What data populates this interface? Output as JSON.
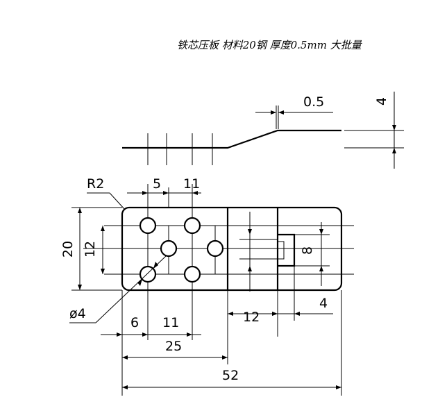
{
  "title": "铁芯压板  材料20钢  厚度0.5mm  大批量",
  "dimensions": {
    "radius": "R2",
    "top_pitch_5": "5",
    "top_pitch_11": "11",
    "height_20": "20",
    "height_12": "12",
    "hole_dia": "ø4",
    "bottom_6": "6",
    "bottom_11": "11",
    "bottom_25": "25",
    "overall_52": "52",
    "slot_12": "12",
    "slot_4": "4",
    "slot_8": "8",
    "thickness_05": "0.5",
    "offset_4": "4"
  }
}
